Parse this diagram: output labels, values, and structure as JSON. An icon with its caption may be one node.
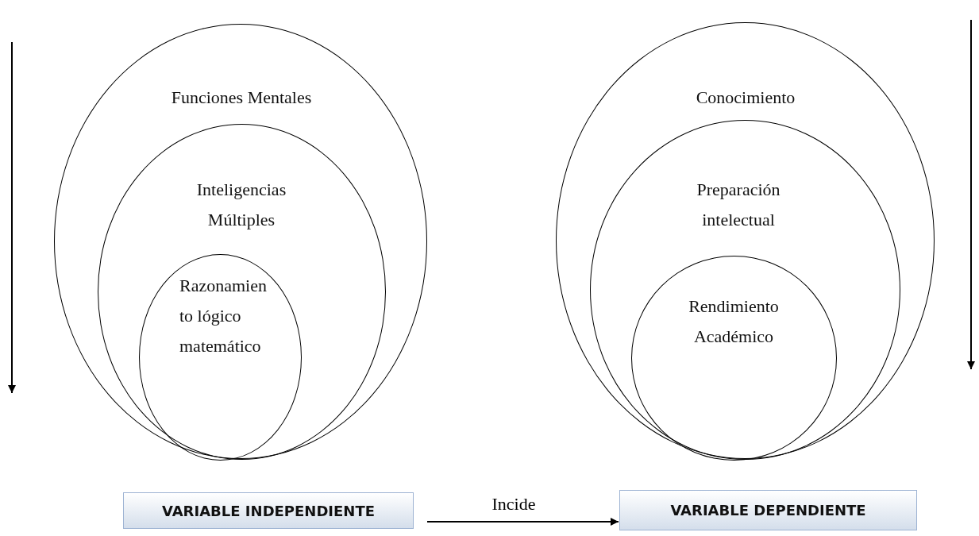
{
  "diagram": {
    "nodes": [
      {
        "text": [
          "Funciones Mentales"
        ]
      },
      {
        "text": [
          "Inteligencias Múltiples"
        ],
        "in": 0
      },
      {
        "text": [
          "Razonamien to lógico matemático"
        ],
        "in": 1
      },
      {
        "text": [
          "Conocimiento"
        ]
      },
      {
        "text": [
          "Preparación intelectual"
        ],
        "in": 3
      },
      {
        "text": [
          "Rendimiento Académico"
        ],
        "in": 4
      },
      {
        "text": [
          "VARIABLE INDEPENDIENTE"
        ]
      },
      {
        "text": [
          "VARIABLE DEPENDIENTE"
        ]
      }
    ],
    "edges": [
      {
        "from": 6,
        "to": 7,
        "arrow": "to",
        "label": "Incide"
      }
    ]
  }
}
